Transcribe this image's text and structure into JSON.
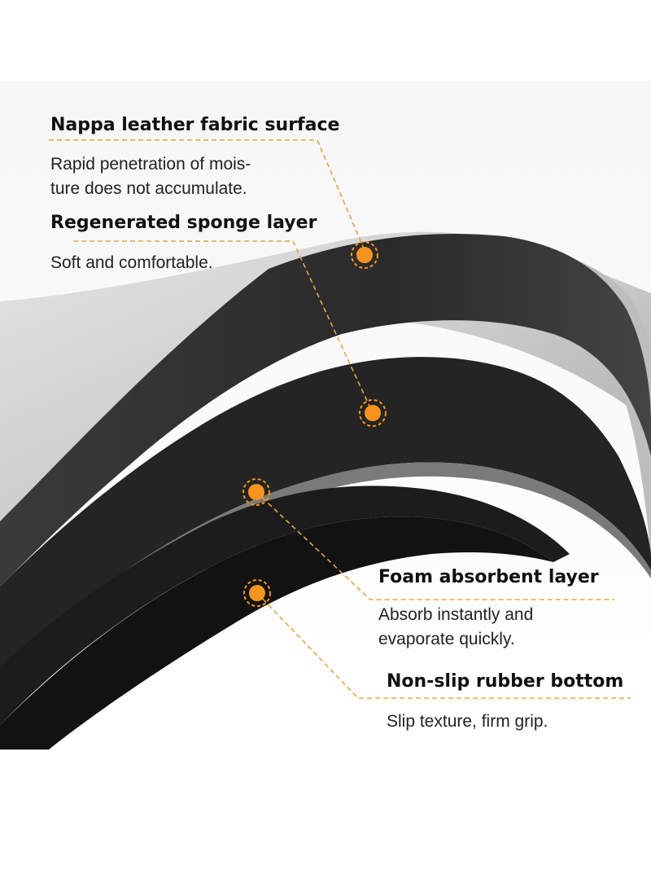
{
  "labels": [
    {
      "title": "Nappa leather fabric surface",
      "lines": [
        "Rapid penetration of mois-",
        "ture does not accumulate."
      ]
    },
    {
      "title": "Regenerated sponge layer",
      "lines": [
        "Soft and comfortable."
      ]
    },
    {
      "title": "Foam absorbent layer",
      "lines": [
        "Absorb instantly and",
        "evaporate quickly."
      ]
    },
    {
      "title": "Non-slip rubber bottom",
      "lines": [
        "Slip texture, firm grip."
      ]
    }
  ],
  "colors": {
    "accent": "#f7941d",
    "leader": "#e0a640",
    "layer_dark": "#1a1a1a",
    "sponge": "#2a2a2a",
    "fabric": "#cfcfcf",
    "background": "#ffffff"
  }
}
